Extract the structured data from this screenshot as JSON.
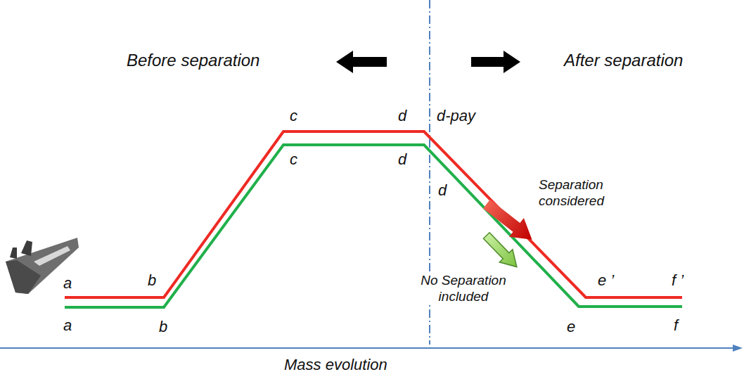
{
  "diagram": {
    "labels": [
      "Before separation",
      "After separation",
      "c",
      "d",
      "d-pay",
      "c",
      "d",
      "d",
      "Separation considered",
      "No Separation included",
      "a",
      "b",
      "e ’",
      "f ’",
      "a",
      "b",
      "e",
      "f",
      "Mass evolution"
    ]
  }
}
